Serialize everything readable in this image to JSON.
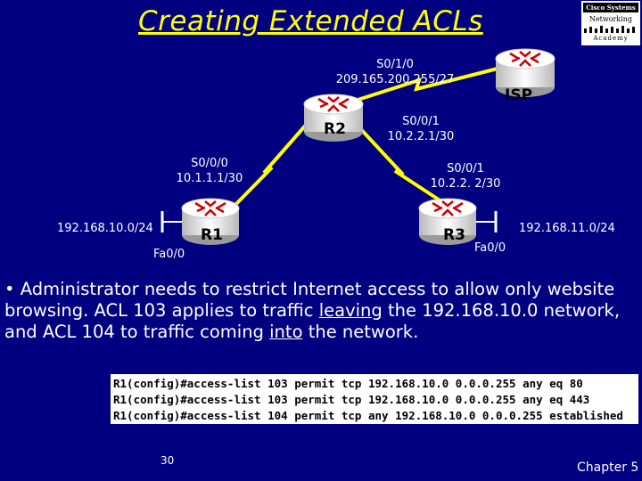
{
  "title": "Creating Extended ACLs",
  "logo": {
    "line1": "Cisco Systems",
    "line2": "Networking",
    "line3": "Academy"
  },
  "routers": {
    "isp": "ISP",
    "r2": "R2",
    "r1": "R1",
    "r3": "R3"
  },
  "links": {
    "isp_r2_if": "S0/1/0",
    "isp_r2_ip": "209.165.200.255/27",
    "r2_r3_if": "S0/0/1",
    "r2_r3_ip": "10.2.2.1/30",
    "r1_r2_if": "S0/0/0",
    "r1_r2_ip": "10.1.1.1/30",
    "r3_r2_if": "S0/0/1",
    "r3_r2_ip": "10.2.2. 2/30"
  },
  "lans": {
    "r1_net": "192.168.10.0/24",
    "r1_if": "Fa0/0",
    "r3_net": "192.168.11.0/24",
    "r3_if": "Fa0/0"
  },
  "bullet": {
    "prefix": "• Administrator needs to restrict Internet access to allow only website browsing. ACL 103 applies to traffic ",
    "em1": "leaving",
    "middle": " the 192.168.10.0 network, and ACL 104 to traffic coming ",
    "em2": "into",
    "suffix": " the network."
  },
  "commands": [
    "R1(config)#access-list 103 permit tcp 192.168.10.0 0.0.0.255 any eq 80",
    "R1(config)#access-list 103 permit tcp 192.168.10.0 0.0.0.255 any eq 443",
    "R1(config)#access-list 104 permit tcp any 192.168.10.0 0.0.0.255 established"
  ],
  "page_number": "30",
  "footer": "Chapter 5",
  "colors": {
    "background": "#000080",
    "title": "#ffff00",
    "serial_link": "#ffff00",
    "router_body": "#ffffff"
  }
}
